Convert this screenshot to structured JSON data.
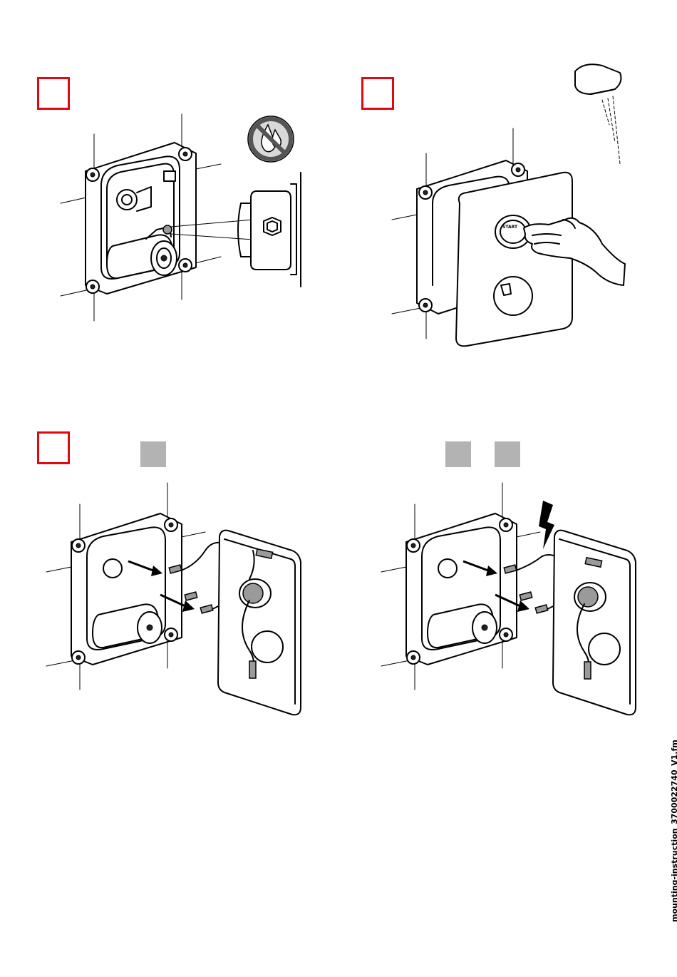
{
  "colors": {
    "step_box_border": "#e30613",
    "gray_box": "#b3b3b3",
    "line": "#000000"
  },
  "panels": [
    {
      "name": "panel-1",
      "icon": "no-water-symbol-icon"
    },
    {
      "name": "panel-2",
      "icon": "shower-head-icon"
    },
    {
      "name": "panel-3",
      "icon": "arrow-icon"
    },
    {
      "name": "panel-4",
      "icon": "lightning-icon"
    }
  ],
  "start_button_label": "START",
  "footer": {
    "filename": "mounting-instruction_3700022740_V1.fm"
  }
}
